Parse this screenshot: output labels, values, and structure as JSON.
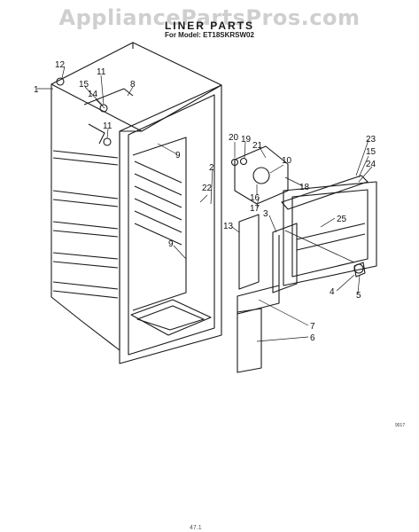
{
  "watermark": "AppliancePartsPros.com",
  "title": "LINER PARTS",
  "subtitle": "For Model: ET18SKRSW02",
  "diagram_code": "9017",
  "footer_text": "47.1",
  "callouts": [
    "12",
    "1",
    "11",
    "15",
    "14",
    "8",
    "11",
    "9",
    "20",
    "19",
    "21",
    "2",
    "22",
    "23",
    "15",
    "24",
    "16",
    "17",
    "18",
    "10",
    "13",
    "3",
    "25",
    "9",
    "4",
    "5",
    "7",
    "6"
  ]
}
